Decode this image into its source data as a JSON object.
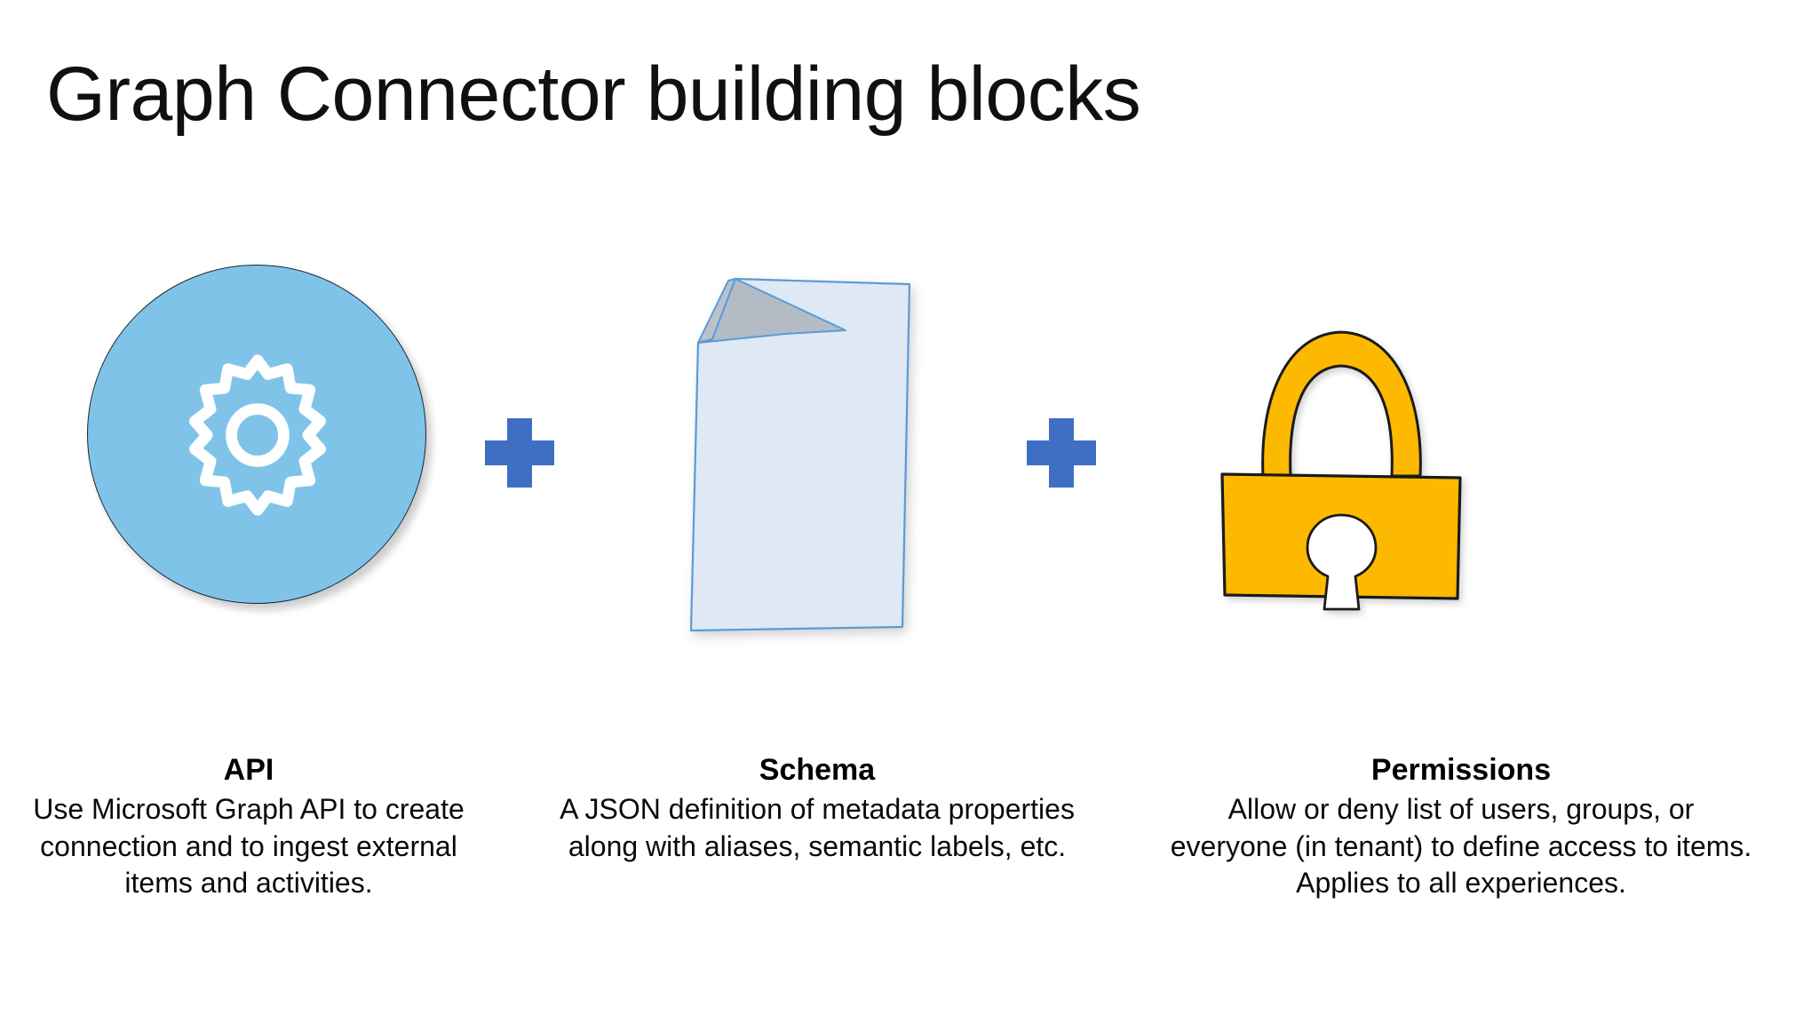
{
  "slide": {
    "title": "Graph Connector building blocks",
    "background_color": "#FFFFFF"
  },
  "separators": [
    {
      "symbol": "+",
      "name": "plus-separator-1",
      "color": "#3F6FC4"
    },
    {
      "symbol": "+",
      "name": "plus-separator-2",
      "color": "#3F6FC4"
    }
  ],
  "blocks": [
    {
      "key": "api",
      "icon": "gear-circle-icon",
      "icon_colors": {
        "circle": "#7FC4E8",
        "glyph": "#FFFFFF",
        "outline": "#1C2633"
      },
      "title": "API",
      "body": "Use Microsoft Graph API to create connection and to ingest external items and activities."
    },
    {
      "key": "schema",
      "icon": "document-icon",
      "icon_colors": {
        "page": "#DEE9F5",
        "border": "#5B9BD5",
        "fold": "#B6BDC4"
      },
      "title": "Schema",
      "body": "A JSON definition of metadata properties along with aliases, semantic labels, etc."
    },
    {
      "key": "permissions",
      "icon": "padlock-icon",
      "icon_colors": {
        "body": "#FCB900",
        "outline": "#1A1A1A",
        "keyhole": "#FFFFFF"
      },
      "title": "Permissions",
      "body": "Allow or deny list of users, groups, or everyone (in tenant) to define access to items.  Applies to all experiences."
    }
  ]
}
